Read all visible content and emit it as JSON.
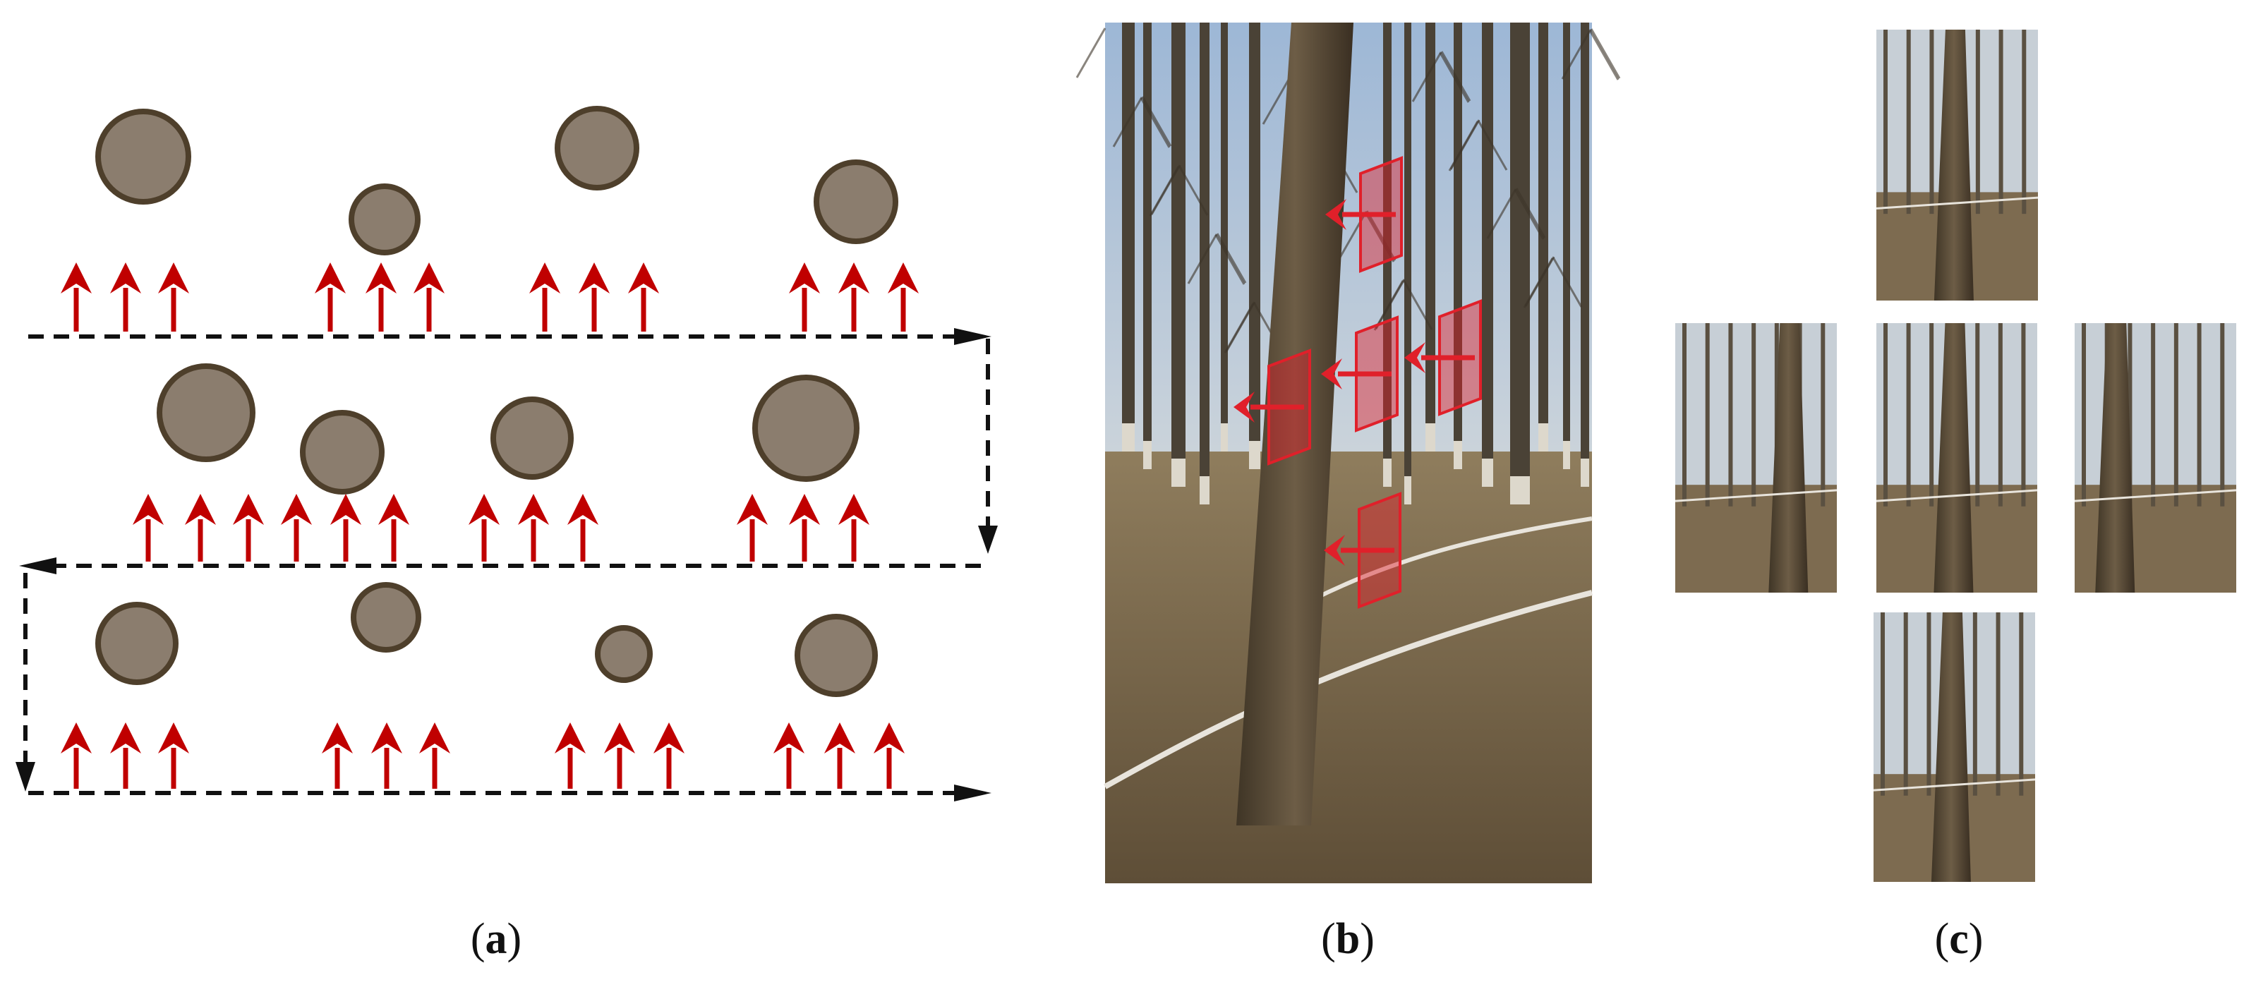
{
  "panels": {
    "a": {
      "label_open": "(",
      "label_letter": "a",
      "label_close": ")",
      "tree_color": "#8b7d6e",
      "tree_outline": "#4e3f2b",
      "arrow_color": "#c00000",
      "path_color": "#111111",
      "rows": 3,
      "path_description": "serpentine"
    },
    "b": {
      "label_open": "(",
      "label_letter": "b",
      "label_close": ")",
      "overlay_color": "#e0202a"
    },
    "c": {
      "label_open": "(",
      "label_letter": "c",
      "label_close": ")",
      "views": [
        "top",
        "left",
        "center",
        "right",
        "bottom"
      ]
    }
  }
}
